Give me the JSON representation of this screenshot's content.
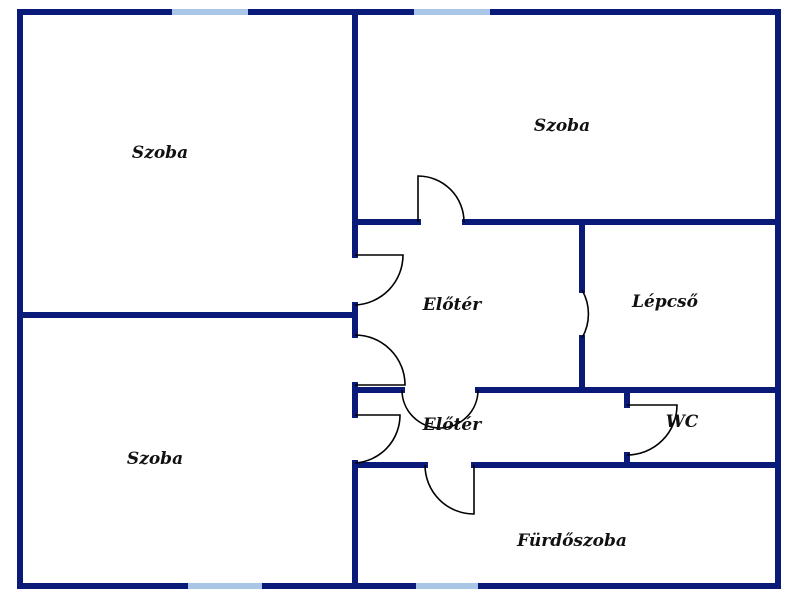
{
  "rooms": [
    {
      "id": "room-top-left",
      "label": "Szoba"
    },
    {
      "id": "room-top-right",
      "label": "Szoba"
    },
    {
      "id": "room-bottom-left",
      "label": "Szoba"
    },
    {
      "id": "hall-upper",
      "label": "Előtér"
    },
    {
      "id": "hall-lower",
      "label": "Előtér"
    },
    {
      "id": "stairs",
      "label": "Lépcső"
    },
    {
      "id": "wc",
      "label": "WC"
    },
    {
      "id": "bathroom",
      "label": "Fürdőszoba"
    }
  ],
  "colors": {
    "wall": "#0a1a78",
    "window": "#a9c6e6",
    "door": "#000000",
    "background": "#ffffff"
  }
}
